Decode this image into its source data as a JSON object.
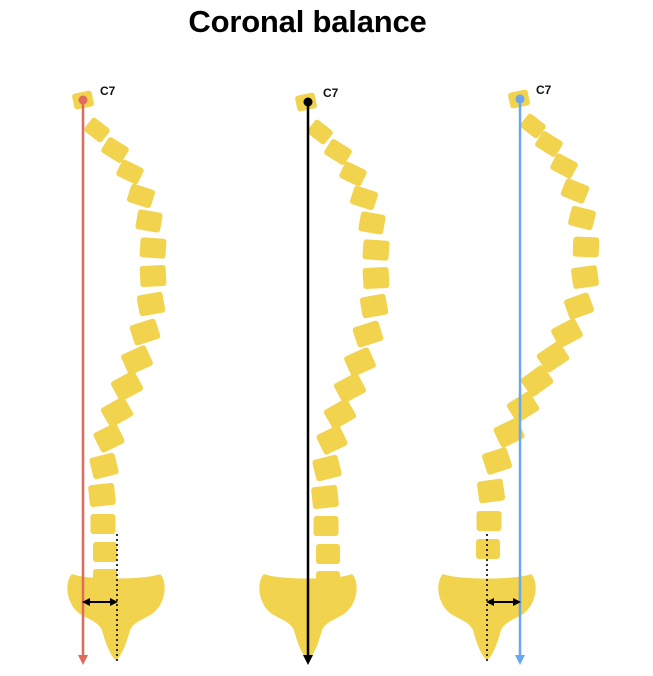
{
  "title": "Coronal balance",
  "colors": {
    "vertebra": "#F1D34E",
    "red_line": "#E06A5E",
    "black_line": "#000000",
    "blue_line": "#69A8EE"
  },
  "panels": [
    {
      "label": "C7",
      "line_color": "#E06A5E",
      "offset_arrow": true
    },
    {
      "label": "C7",
      "line_color": "#000000",
      "offset_arrow": false
    },
    {
      "label": "C7",
      "line_color": "#69A8EE",
      "offset_arrow": true
    }
  ]
}
